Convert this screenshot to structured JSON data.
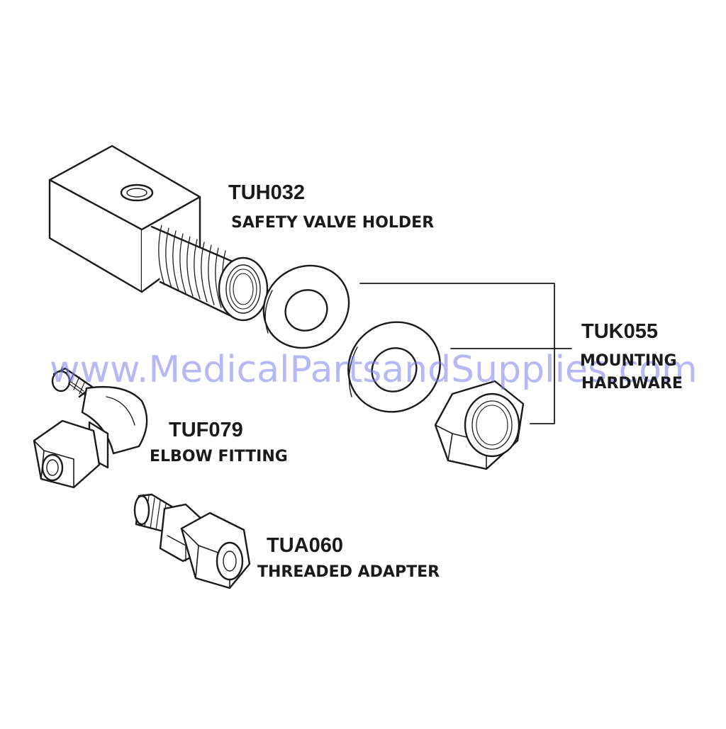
{
  "colors": {
    "line": "#1a1a1a",
    "watermark": "#7b7ff0",
    "background": "#ffffff"
  },
  "watermark": "www.MedicalPartsandSupplies.com",
  "parts": [
    {
      "code": "TUH032",
      "description": "SAFETY VALVE HOLDER"
    },
    {
      "code": "TUK055",
      "description_line1": "MOUNTING",
      "description_line2": "HARDWARE"
    },
    {
      "code": "TUF079",
      "description": "ELBOW FITTING"
    },
    {
      "code": "TUA060",
      "description": "THREADED ADAPTER"
    }
  ]
}
